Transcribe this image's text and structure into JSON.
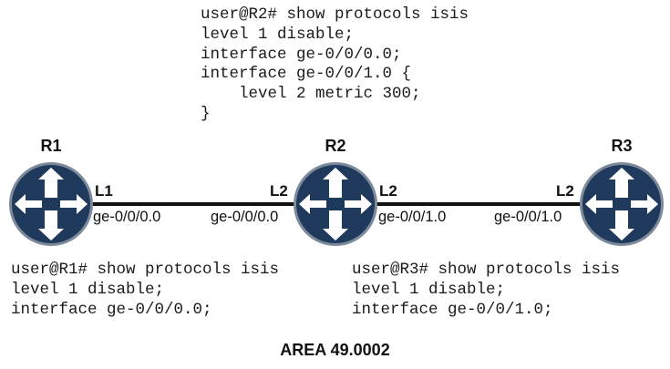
{
  "config_r2": [
    "user@R2# show protocols isis",
    "level 1 disable;",
    "interface ge-0/0/0.0;",
    "interface ge-0/0/1.0 {",
    "    level 2 metric 300;",
    "}"
  ],
  "config_r1": [
    "user@R1# show protocols isis",
    "level 1 disable;",
    "interface ge-0/0/0.0;"
  ],
  "config_r3": [
    "user@R3# show protocols isis",
    "level 1 disable;",
    "interface ge-0/0/1.0;"
  ],
  "routers": {
    "r1": "R1",
    "r2": "R2",
    "r3": "R3"
  },
  "links": {
    "r1_r2": {
      "level_r1": "L1",
      "iface_r1": "ge-0/0/0.0",
      "level_r2": "L2",
      "iface_r2": "ge-0/0/0.0"
    },
    "r2_r3": {
      "level_r2": "L2",
      "iface_r2": "ge-0/0/1.0",
      "level_r3": "L2",
      "iface_r3": "ge-0/0/1.0"
    }
  },
  "area_label": "AREA 49.0002",
  "colors": {
    "router_fill": "#1f3a5c",
    "router_ring": "#7d8a9a",
    "arrow": "#ffffff",
    "link": "#111111"
  },
  "icons": {
    "router": "router-icon"
  }
}
